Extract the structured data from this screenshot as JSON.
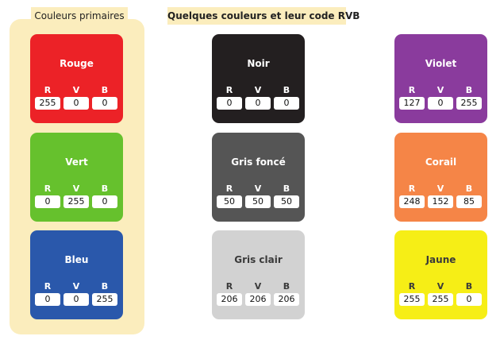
{
  "labels": {
    "primaires": "Couleurs primaires",
    "quelques": "Quelques couleurs et leur code RVB"
  },
  "channel_letters": [
    "R",
    "V",
    "B"
  ],
  "cards": {
    "rouge": {
      "name": "Rouge",
      "color": "#ec2227",
      "values": [
        "255",
        "0",
        "0"
      ]
    },
    "vert": {
      "name": "Vert",
      "color": "#66c12d",
      "values": [
        "0",
        "255",
        "0"
      ]
    },
    "bleu": {
      "name": "Bleu",
      "color": "#2a58ab",
      "values": [
        "0",
        "0",
        "255"
      ]
    },
    "noir": {
      "name": "Noir",
      "color": "#231f20",
      "values": [
        "0",
        "0",
        "0"
      ]
    },
    "gris_fonce": {
      "name": "Gris foncé",
      "color": "#555555",
      "values": [
        "50",
        "50",
        "50"
      ]
    },
    "gris_clair": {
      "name": "Gris clair",
      "color": "#d2d2d2",
      "values": [
        "206",
        "206",
        "206"
      ]
    },
    "violet": {
      "name": "Violet",
      "color": "#8a3b9d",
      "values": [
        "127",
        "0",
        "255"
      ]
    },
    "corail": {
      "name": "Corail",
      "color": "#f58547",
      "values": [
        "248",
        "152",
        "85"
      ]
    },
    "jaune": {
      "name": "Jaune",
      "color": "#f6ee16",
      "values": [
        "255",
        "255",
        "0"
      ]
    }
  }
}
